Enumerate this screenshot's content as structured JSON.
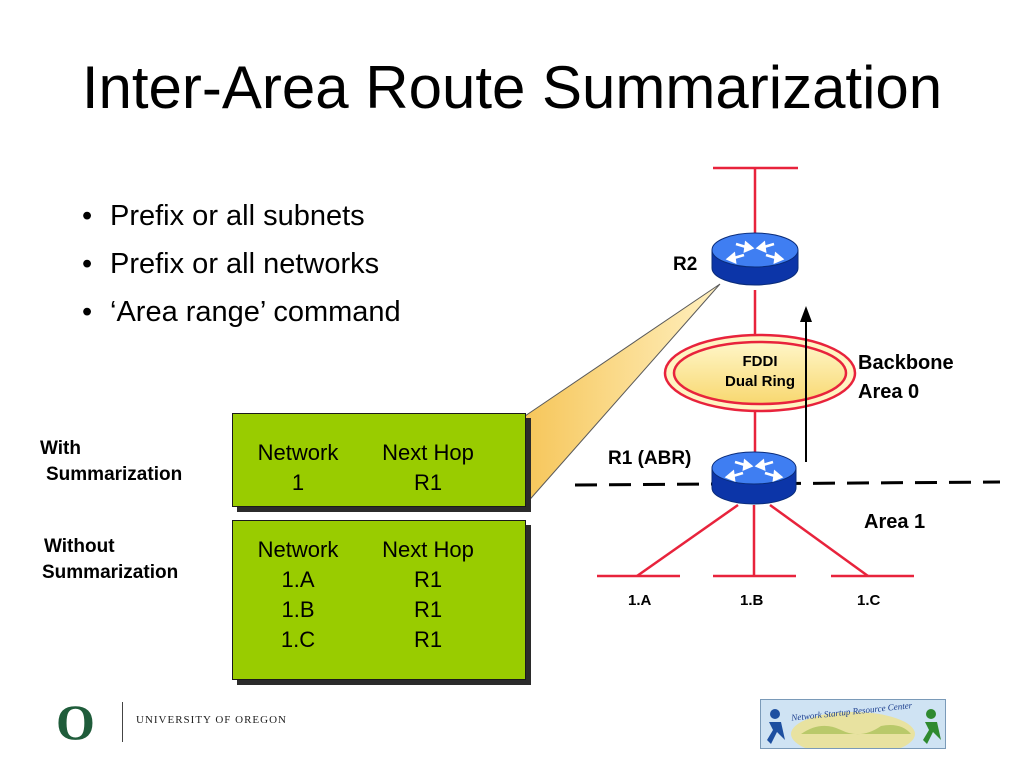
{
  "title": "Inter-Area Route Summarization",
  "bullets": [
    "Prefix or all subnets",
    "Prefix or all networks",
    "‘Area range’ command"
  ],
  "with_label": [
    "With",
    "Summarization"
  ],
  "without_label": [
    "Without",
    "Summarization"
  ],
  "table_with": {
    "headers": [
      "Network",
      "Next Hop"
    ],
    "rows": [
      [
        "1",
        "R1"
      ]
    ]
  },
  "table_without": {
    "headers": [
      "Network",
      "Next Hop"
    ],
    "rows": [
      [
        "1.A",
        "R1"
      ],
      [
        "1.B",
        "R1"
      ],
      [
        "1.C",
        "R1"
      ]
    ]
  },
  "diagram": {
    "r2_label": "R2",
    "r1_label": "R1 (ABR)",
    "fddi_line1": "FDDI",
    "fddi_line2": "Dual Ring",
    "backbone_line1": "Backbone",
    "backbone_line2": "Area 0",
    "area1_label": "Area 1",
    "subnets": [
      "1.A",
      "1.B",
      "1.C"
    ]
  },
  "footer": {
    "uo_mark": "O",
    "uo_text": "UNIVERSITY OF OREGON",
    "nsrc_text": "Network Startup Resource Center"
  },
  "colors": {
    "table_fill": "#99cc00",
    "router_blue": "#1e5adc",
    "link_red": "#e8233c",
    "uo_green": "#1f5c3a"
  }
}
